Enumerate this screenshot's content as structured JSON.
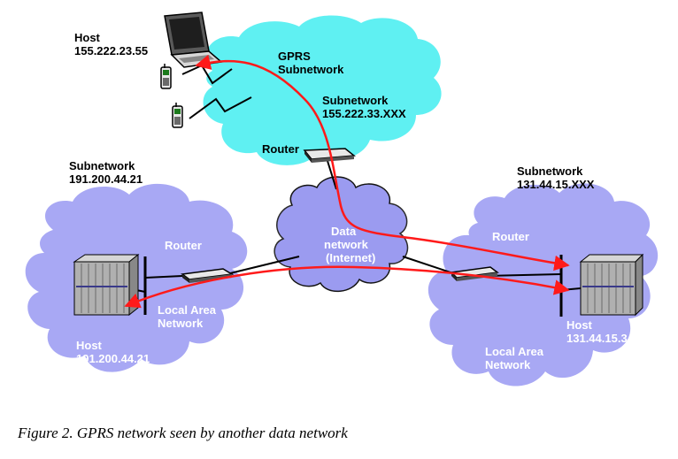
{
  "colors": {
    "cloud_gprs": "#5ff0f2",
    "cloud_network": "#a8a8f4",
    "data_network_cloud": "#9b9bf0",
    "route_arrow": "#ff1a1a",
    "text": "#000000"
  },
  "labels": {
    "host_gprs_title": "Host",
    "host_gprs_ip": "155.222.23.55",
    "gprs_title": "GPRS",
    "gprs_subnetwork": "Subnetwork",
    "gprs_subnet_title": "Subnetwork",
    "gprs_subnet_ip": "155.222.33.XXX",
    "gprs_router": "Router",
    "left_subnet_title": "Subnetwork",
    "left_subnet_ip": "191.200.44.21",
    "right_subnet_title": "Subnetwork",
    "right_subnet_ip": "131.44.15.XXX",
    "data_network_line1": "Data",
    "data_network_line2": "network",
    "data_network_line3": "(Internet)",
    "left_router": "Router",
    "left_lan_line1": "Local Area",
    "left_lan_line2": "Network",
    "left_host_title": "Host",
    "left_host_ip": "191.200.44.21",
    "right_router": "Router",
    "right_host_title": "Host",
    "right_host_ip": "131.44.15.3",
    "right_lan_line1": "Local Area",
    "right_lan_line2": "Network"
  },
  "caption": "Figure 2. GPRS network seen by another data network",
  "icons": [
    "laptop-icon",
    "mobile-phone-icon",
    "router-icon",
    "server-icon",
    "lightning-link-icon"
  ]
}
